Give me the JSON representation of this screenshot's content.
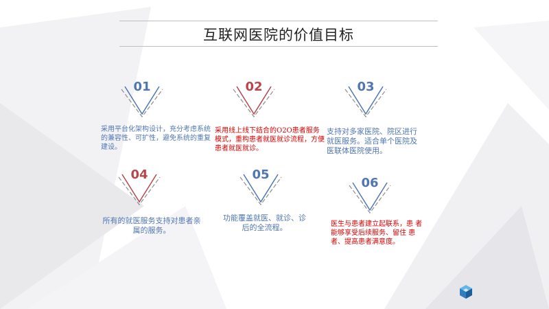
{
  "slide": {
    "title": "互联网医院的价值目标",
    "colors": {
      "blue": "#4f76b3",
      "red": "#b8454c",
      "gray": "#8c8c8c",
      "alert_red": "#e00000"
    }
  },
  "items": [
    {
      "number": "01",
      "color": "blue",
      "text": "采用平台化架构设计，充分考虑系统的兼容性、可扩性，避免系统的重复建设。",
      "text_color": "blue"
    },
    {
      "number": "02",
      "color": "red",
      "text": "采用线上线下结合的O2O患者服务模式，重构患者就医就诊流程，方便患者就医就诊。",
      "text_color": "alert_red"
    },
    {
      "number": "03",
      "color": "blue",
      "text": "支持对多家医院、院区进行就医服务。适合单个医院及医联体医院使用。",
      "text_color": "blue"
    },
    {
      "number": "04",
      "color": "red",
      "text": "所有的就医服务支持对患者亲属的服务。",
      "text_color": "blue"
    },
    {
      "number": "05",
      "color": "blue",
      "text": "功能覆盖就医、就诊、诊后的全流程。",
      "text_color": "blue"
    },
    {
      "number": "06",
      "color": "blue",
      "text": "医生与患者建立起联系，患 者能够享受后续服务、留住 患者、提高患者满意度。",
      "text_color": "alert_red"
    }
  ]
}
